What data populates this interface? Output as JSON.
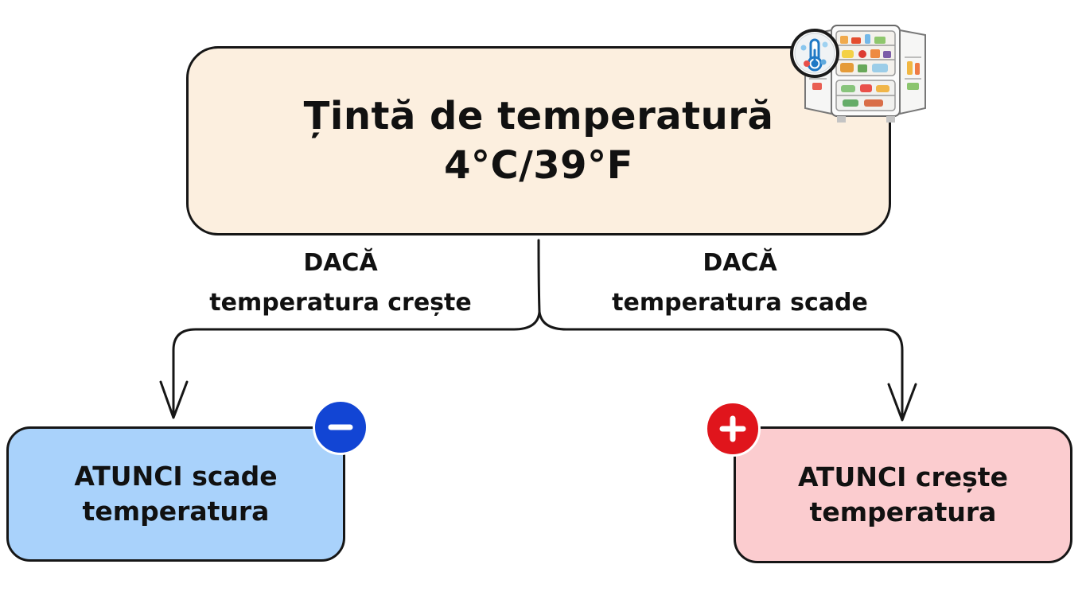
{
  "target": {
    "title": "Țintă de temperatură",
    "value": "4°C/39°F"
  },
  "branches": {
    "left": {
      "condition_keyword": "DACĂ",
      "condition_text": "temperatura crește",
      "outcome_line1": "ATUNCI scade",
      "outcome_line2": "temperatura",
      "badge_icon": "minus-icon",
      "color": "#a9d2fb",
      "badge_color": "#1245d4"
    },
    "right": {
      "condition_keyword": "DACĂ",
      "condition_text": "temperatura scade",
      "outcome_line1": "ATUNCI crește",
      "outcome_line2": "temperatura",
      "badge_icon": "plus-icon",
      "color": "#fbcccf",
      "badge_color": "#e0151c"
    }
  },
  "icons": {
    "target_icon": "open-fridge-thermometer-icon"
  },
  "colors": {
    "target_box": "#fcefdf",
    "line": "#161616"
  }
}
